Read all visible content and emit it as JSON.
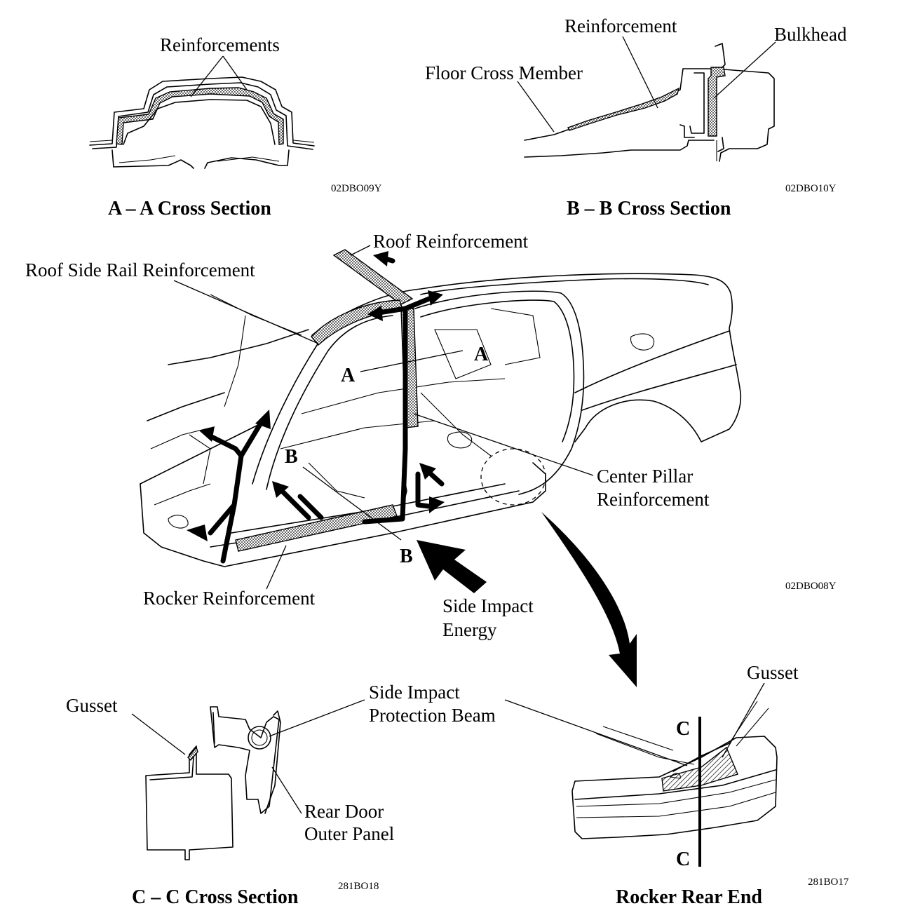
{
  "panels": {
    "aa_section": {
      "title": "A – A Cross Section",
      "code": "02DBO09Y",
      "labels": {
        "reinforcements": "Reinforcements"
      }
    },
    "bb_section": {
      "title": "B – B Cross Section",
      "code": "02DBO10Y",
      "labels": {
        "reinforcement": "Reinforcement",
        "bulkhead": "Bulkhead",
        "floor_cross_member": "Floor Cross Member"
      }
    },
    "body": {
      "code": "02DBO08Y",
      "labels": {
        "roof_reinforcement": "Roof Reinforcement",
        "roof_side_rail": "Roof Side Rail Reinforcement",
        "center_pillar_1": "Center Pillar",
        "center_pillar_2": "Reinforcement",
        "rocker_reinforcement": "Rocker Reinforcement",
        "side_impact_1": "Side Impact",
        "side_impact_2": "Energy"
      },
      "markers": {
        "a1": "A",
        "a2": "A",
        "b1": "B",
        "b2": "B"
      }
    },
    "cc_section": {
      "title": "C – C Cross Section",
      "code": "281BO18",
      "labels": {
        "gusset": "Gusset",
        "beam_1": "Side Impact",
        "beam_2": "Protection Beam",
        "door_1": "Rear Door",
        "door_2": "Outer Panel"
      }
    },
    "rocker_rear": {
      "title": "Rocker Rear End",
      "code": "281BO17",
      "labels": {
        "gusset": "Gusset"
      },
      "markers": {
        "c1": "C",
        "c2": "C"
      }
    }
  }
}
